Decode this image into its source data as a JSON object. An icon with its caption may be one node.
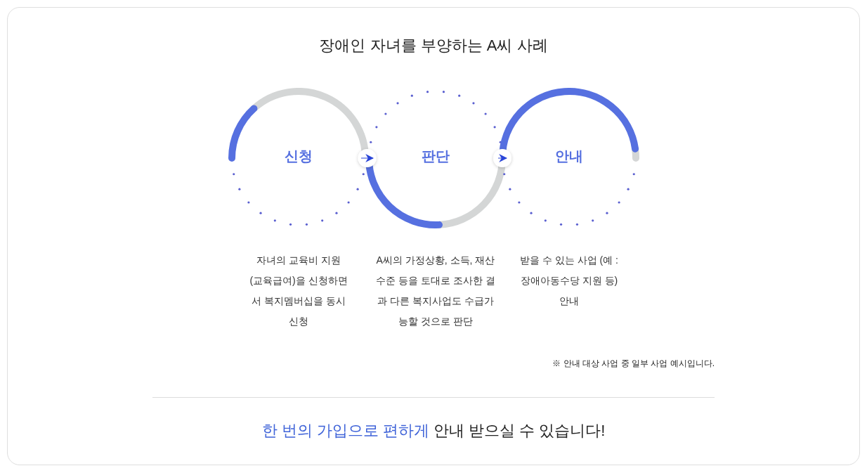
{
  "diagram": {
    "title": "장애인 자녀를 부양하는 A씨 사례",
    "nodes": [
      {
        "text": [
          "신청"
        ],
        "beside": [
          "자녀의 교육비 지원 (교육급여)을 신청하면서 복지멤버십을 동시신청"
        ]
      },
      {
        "text": [
          "판단"
        ],
        "beside": [
          "A씨의 가정상황, 소득, 재산 수준 등을 토대로 조사한 결과 다른 복지사업도 수급가능할 것으로 판단"
        ]
      },
      {
        "text": [
          "안내"
        ],
        "beside": [
          "받을 수 있는 사업 (예 : 장애아동수당 지원 등) 안내"
        ]
      }
    ],
    "edges": [
      {
        "from": 0,
        "to": 1,
        "arrow": "to"
      },
      {
        "from": 1,
        "to": 2,
        "arrow": "to"
      }
    ],
    "labels": [
      "※ 안내 대상 사업 중 일부 사업 예시입니다.",
      "**한 번의 가입으로 편하게** 안내 받으실 수 있습니다!"
    ]
  }
}
